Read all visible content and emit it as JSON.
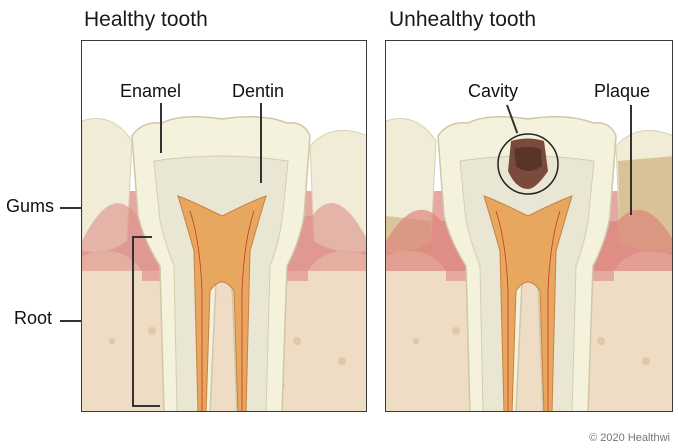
{
  "panels": {
    "left": {
      "title": "Healthy tooth",
      "labels": {
        "enamel": "Enamel",
        "dentin": "Dentin"
      }
    },
    "right": {
      "title": "Unhealthy tooth",
      "labels": {
        "cavity": "Cavity",
        "plaque": "Plaque"
      }
    }
  },
  "outer_labels": {
    "gums": "Gums",
    "root": "Root"
  },
  "copyright": "© 2020 Healthwi",
  "colors": {
    "enamel": "#f4f1dc",
    "dentin": "#e9e6d4",
    "pulp": "#e8a75e",
    "gum": "#e6a8a0",
    "bone": "#efdcc4",
    "cavity": "#7a4a3c",
    "plaque": "#c9a86a"
  }
}
